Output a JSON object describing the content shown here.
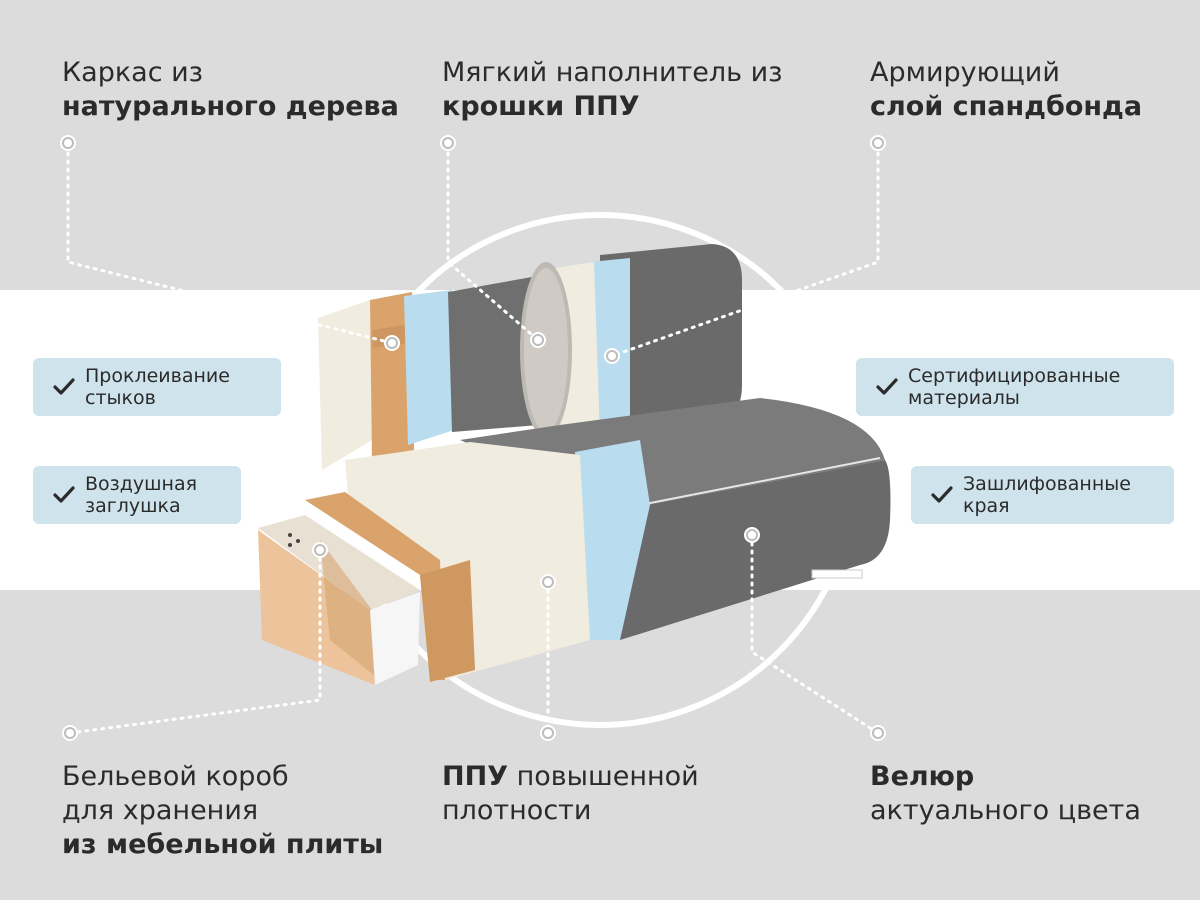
{
  "labels": {
    "frame": {
      "line1": "Каркас из",
      "line2": "натурального дерева"
    },
    "soft_filler": {
      "line1": "Мягкий наполнитель из",
      "line2": "крошки ППУ"
    },
    "reinforcing": {
      "line1": "Армирующий",
      "line2": "слой спандбонда"
    },
    "storage": {
      "line1": "Бельевой короб",
      "line2": "для хранения",
      "line3": "из мебельной плиты"
    },
    "foam": {
      "bold": "ППУ",
      "rest": " повышенной",
      "line2": "плотности"
    },
    "velour": {
      "line1": "Велюр",
      "line2": "актуального цвета"
    }
  },
  "badges": {
    "gluing": {
      "line1": "Проклеивание",
      "line2": "стыков"
    },
    "air_plug": {
      "line1": "Воздушная",
      "line2": "заглушка"
    },
    "certified": {
      "line1": "Сертифицированные",
      "line2": "материалы"
    },
    "sanded": {
      "line1": "Зашлифованные",
      "line2": "края"
    }
  },
  "colors": {
    "badge_bg": "#cfe3ec",
    "band_gray": "#dcdcdc",
    "band_white": "#ffffff",
    "velour_gray": "#6f6f6f",
    "spunbond_blue": "#b9dcee",
    "foam_cream": "#f1ece0",
    "wood": "#d9a36b",
    "text": "#2b2b2b"
  },
  "icons": {
    "badge_mark": "check-icon",
    "callout_marker": "dot-marker-icon"
  }
}
